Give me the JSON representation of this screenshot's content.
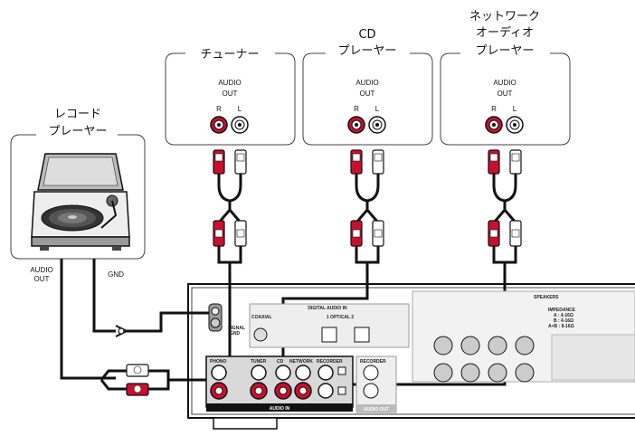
{
  "devices": {
    "tuner": {
      "label": "チューナー"
    },
    "cd": {
      "label_line1": "CD",
      "label_line2": "プレーヤー"
    },
    "network": {
      "label_line1": "ネットワーク",
      "label_line2": "オーディオ",
      "label_line3": "プレーヤー"
    },
    "record": {
      "label_line1": "レコード",
      "label_line2": "プレーヤー"
    }
  },
  "jacks": {
    "audio": "AUDIO",
    "out": "OUT",
    "r": "R",
    "l": "L"
  },
  "record_labels": {
    "audio_out_1": "AUDIO",
    "audio_out_2": "OUT",
    "gnd": "GND"
  },
  "amp": {
    "digital_audio_in": "DIGITAL AUDIO IN",
    "coaxial": "COAXIAL",
    "optical": "1  OPTICAL  2",
    "phono": "PHONO",
    "tuner": "TUNER",
    "cd": "CD",
    "network": "NETWORK",
    "recorder": "RECORDER",
    "audio_in": "AUDIO IN",
    "audio_out": "AUDIO OUT",
    "recorder2": "RECORDER",
    "speakers": "SPEAKERS",
    "impedance": "IMPEDANCE",
    "signal": "SIGNAL",
    "gnd": "GND",
    "imp_a": "A : 4-16Ω",
    "imp_b": "B : 4-16Ω",
    "imp_ab": "A+B : 8-16Ω"
  },
  "colors": {
    "red": "#c8102e",
    "wire": "#111111",
    "panel": "#d9d9d9",
    "outline": "#111111"
  }
}
